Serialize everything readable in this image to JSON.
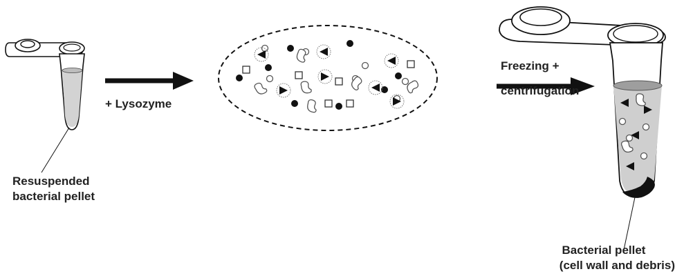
{
  "diagram": {
    "labels": {
      "tube1_caption": [
        "Resuspended",
        "bacterial pellet"
      ],
      "arrow1_caption": "+ Lysozyme",
      "arrow2_caption": [
        "Freezing +",
        "centrifugation"
      ],
      "tube2_caption": [
        "Bacterial pellet",
        "(cell wall and debris)"
      ]
    },
    "colors": {
      "ink": "#111111",
      "tube_fill": "#ffffff",
      "liquid_light": "#cfcfcf",
      "liquid_dark": "#9a9a9a",
      "text": "#222222"
    }
  }
}
